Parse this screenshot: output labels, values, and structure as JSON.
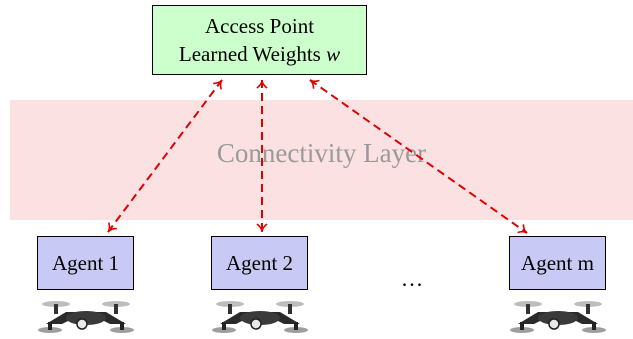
{
  "access_point": {
    "line1": "Access Point",
    "line2_text": "Learned Weights ",
    "line2_var": "w",
    "fill": "#ccffcc"
  },
  "connectivity_layer": {
    "label": "Connectivity Layer",
    "fill": "#fbe1e1"
  },
  "agents": [
    {
      "label": "Agent 1"
    },
    {
      "label": "Agent 2"
    },
    {
      "label": "Agent m"
    }
  ],
  "ellipsis": "...",
  "colors": {
    "agent_fill": "#c9c9f5",
    "link": "#e00000"
  },
  "icons": {
    "link_end": "open-arrowhead",
    "agent_device": "drone-icon"
  }
}
